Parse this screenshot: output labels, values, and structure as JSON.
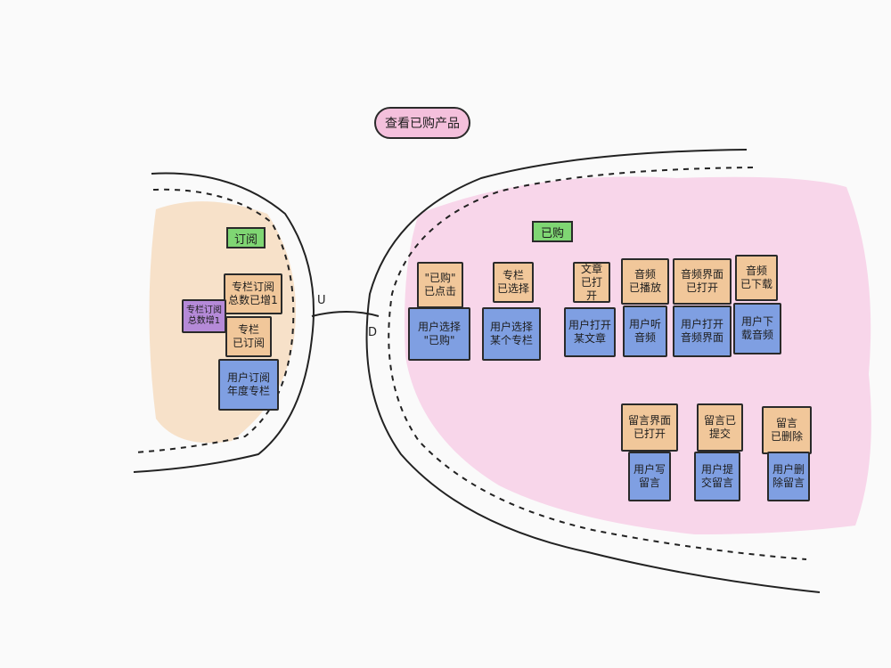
{
  "title": "查看已购产品",
  "left_cluster": {
    "tag": "订阅",
    "notes": [
      {
        "text": "专栏订阅\n总数已增1",
        "color": "orange"
      },
      {
        "text": "专栏订阅\n总数增1",
        "color": "purple"
      },
      {
        "text": "专栏\n已订阅",
        "color": "orange"
      },
      {
        "text": "用户订阅\n年度专栏",
        "color": "blue"
      }
    ]
  },
  "right_cluster": {
    "tag": "已购",
    "columns": [
      {
        "event": "\"已购\"\n已点击",
        "command": "用户选择\n\"已购\""
      },
      {
        "event": "专栏\n已选择",
        "command": "用户选择\n某个专栏"
      },
      {
        "event": "文章\n已打开",
        "command": "用户打开\n某文章"
      },
      {
        "event": "音频\n已播放",
        "command": "用户听\n音频"
      },
      {
        "event": "音频界面\n已打开",
        "command": "用户打开\n音频界面"
      },
      {
        "event": "音频\n已下载",
        "command": "用户下\n载音频"
      }
    ],
    "comment_columns": [
      {
        "event": "留言界面\n已打开",
        "command": "用户写\n留言"
      },
      {
        "event": "留言已\n提交",
        "command": "用户提\n交留言"
      },
      {
        "event": "留言\n已删除",
        "command": "用户删\n除留言"
      }
    ]
  },
  "edge_labels": {
    "left": "U",
    "right": "D"
  },
  "colors": {
    "orange": "#f1c79a",
    "blue": "#7f9fe2",
    "purple": "#b58ad8",
    "green": "#7fd673",
    "pink": "#f4c0dc"
  }
}
